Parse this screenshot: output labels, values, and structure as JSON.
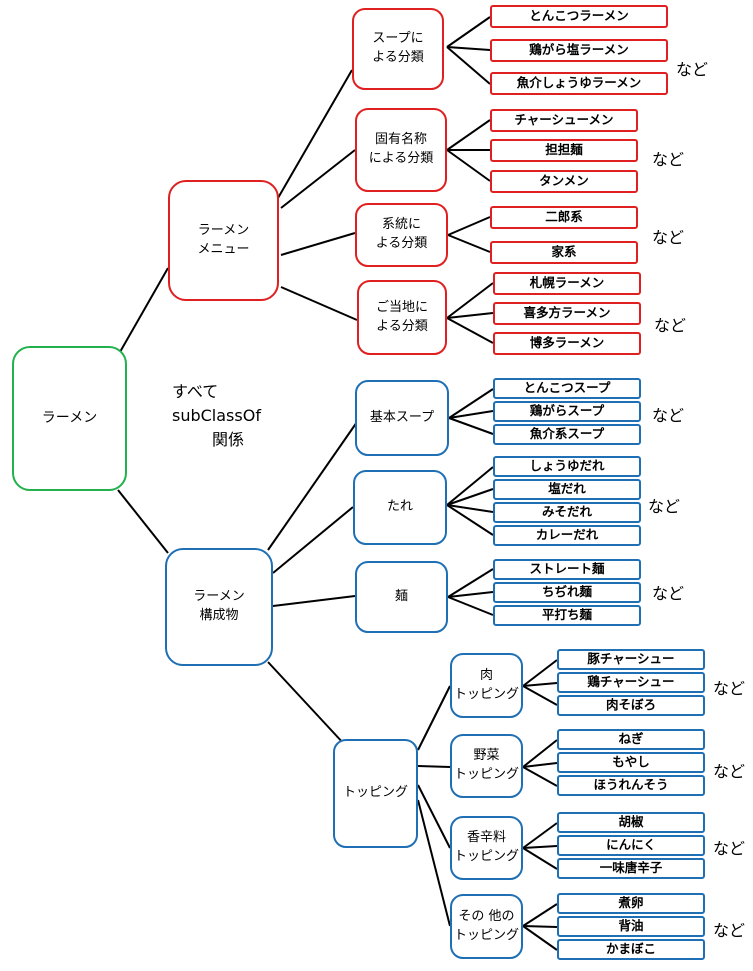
{
  "root": "ラーメン",
  "note": [
    "すべて",
    "subClassOf",
    "関係"
  ],
  "nado": "など",
  "menu": {
    "label": "ラーメン\nメニュー",
    "groups": [
      {
        "label": "スープに\nよる分類",
        "items": [
          "とんこつラーメン",
          "鶏がら塩ラーメン",
          "魚介しょうゆラーメン"
        ]
      },
      {
        "label": "固有名称\nによる分類",
        "items": [
          "チャーシューメン",
          "担担麺",
          "タンメン"
        ]
      },
      {
        "label": "系統に\nよる分類",
        "items": [
          "二郎系",
          "家系"
        ]
      },
      {
        "label": "ご当地に\nよる分類",
        "items": [
          "札幌ラーメン",
          "喜多方ラーメン",
          "博多ラーメン"
        ]
      }
    ]
  },
  "parts": {
    "label": "ラーメン\n構成物",
    "groups": [
      {
        "label": "基本スープ",
        "items": [
          "とんこつスープ",
          "鶏がらスープ",
          "魚介系スープ"
        ]
      },
      {
        "label": "たれ",
        "items": [
          "しょうゆだれ",
          "塩だれ",
          "みそだれ",
          "カレーだれ"
        ]
      },
      {
        "label": "麺",
        "items": [
          "ストレート麺",
          "ちぢれ麺",
          "平打ち麺"
        ]
      }
    ],
    "topping": {
      "label": "トッピング",
      "groups": [
        {
          "label": "肉\nトッピング",
          "items": [
            "豚チャーシュー",
            "鶏チャーシュー",
            "肉そぼろ"
          ]
        },
        {
          "label": "野菜\nトッピング",
          "items": [
            "ねぎ",
            "もやし",
            "ほうれんそう"
          ]
        },
        {
          "label": "香辛料\nトッピング",
          "items": [
            "胡椒",
            "にんにく",
            "一味唐辛子"
          ]
        },
        {
          "label": "その 他の\nトッピング",
          "items": [
            "煮卵",
            "背油",
            "かまぼこ"
          ]
        }
      ]
    }
  }
}
